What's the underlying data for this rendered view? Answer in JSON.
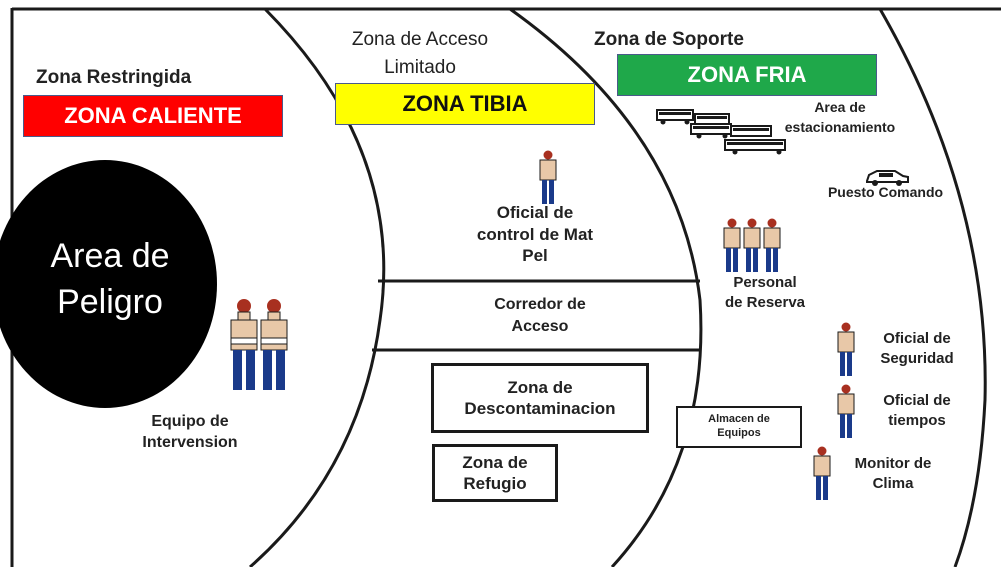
{
  "zones": {
    "restricted": {
      "title": "Zona Restringida",
      "banner": "ZONA CALIENTE",
      "color": "#ff0000"
    },
    "limited": {
      "title_line1": "Zona de Acceso",
      "title_line2": "Limitado",
      "banner": "ZONA TIBIA",
      "color": "#ffff00"
    },
    "support": {
      "title": "Zona de Soporte",
      "banner": "ZONA FRIA",
      "color": "#1fa84a"
    }
  },
  "danger_area": {
    "line1": "Area de",
    "line2": "Peligro"
  },
  "labels": {
    "intervention_team_line1": "Equipo de",
    "intervention_team_line2": "Intervension",
    "hazmat_officer_line1": "Oficial de",
    "hazmat_officer_line2": "control de Mat",
    "hazmat_officer_line3": "Pel",
    "access_corridor_line1": "Corredor de",
    "access_corridor_line2": "Acceso",
    "parking_line1": "Area de",
    "parking_line2": "estacionamiento",
    "command_post": "Puesto Comando",
    "reserve_line1": "Personal",
    "reserve_line2": "de Reserva",
    "safety_officer_line1": "Oficial de",
    "safety_officer_line2": "Seguridad",
    "time_officer_line1": "Oficial de",
    "time_officer_line2": "tiempos",
    "weather_line1": "Monitor de",
    "weather_line2": "Clima"
  },
  "boxes": {
    "decon_line1": "Zona de",
    "decon_line2": "Descontaminacion",
    "refuge_line1": "Zona de",
    "refuge_line2": "Refugio",
    "equipment_line1": "Almacen de",
    "equipment_line2": "Equipos"
  },
  "colors": {
    "outline": "#1a1a1a",
    "danger_fill": "#000000",
    "shirt": "#e8c8a8",
    "pants": "#1a3a8a",
    "helmet": "#a83020"
  }
}
